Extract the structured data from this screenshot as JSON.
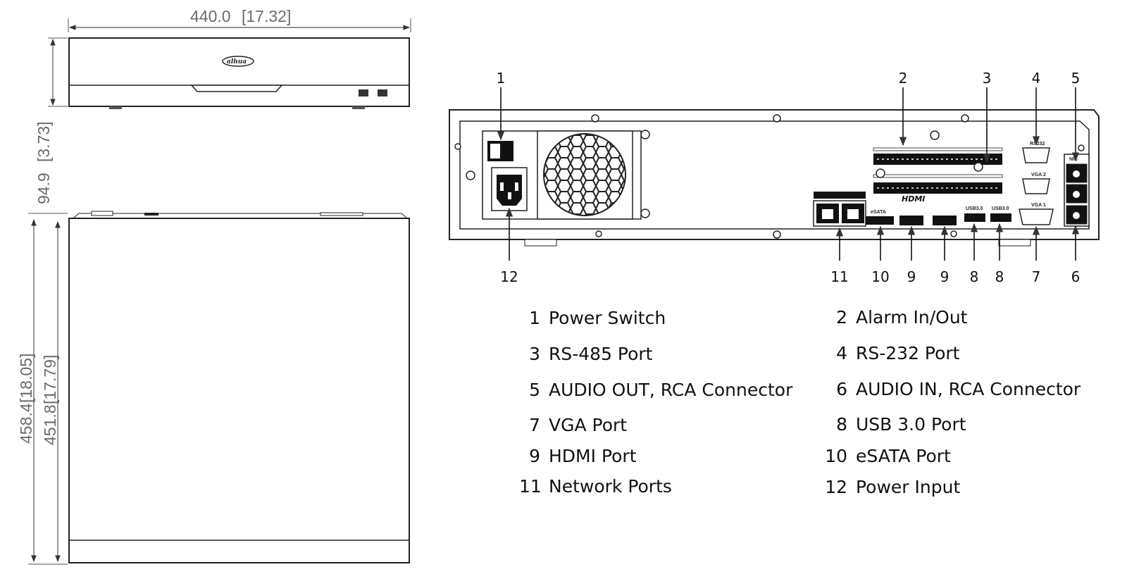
{
  "dimensions": {
    "width": "440.0",
    "width_in": "[17.32]",
    "height": "94.9",
    "height_in": "[3.73]",
    "depth_outer": "458.4",
    "depth_outer_in": "[18.05]",
    "depth_inner": "451.8",
    "depth_inner_in": "[17.79]"
  },
  "front_panel": {
    "logo": "alhua"
  },
  "rear_panel": {
    "port_labels": {
      "rs232": "RS232",
      "vga2": "VGA 2",
      "vga1": "VGA 1",
      "esata": "eSATA",
      "usb_a": "USB3.0",
      "usb_b": "USB3.0",
      "hdmi_logo": "HDMI",
      "nic": "NIC"
    }
  },
  "callouts": {
    "top": [
      "1",
      "2",
      "3",
      "4",
      "5"
    ],
    "bottom": [
      "12",
      "11",
      "10",
      "9",
      "9",
      "8",
      "8",
      "7",
      "6"
    ]
  },
  "legend": {
    "left": [
      {
        "num": "1",
        "label": "Power Switch"
      },
      {
        "num": "3",
        "label": "RS-485 Port"
      },
      {
        "num": "5",
        "label": "AUDIO OUT, RCA Connector"
      },
      {
        "num": "7",
        "label": "VGA Port"
      },
      {
        "num": "9",
        "label": "HDMI Port"
      },
      {
        "num": "11",
        "label": "Network Ports"
      }
    ],
    "right": [
      {
        "num": "2",
        "label": "Alarm In/Out"
      },
      {
        "num": "4",
        "label": "RS-232 Port"
      },
      {
        "num": "6",
        "label": "AUDIO IN, RCA Connector"
      },
      {
        "num": "8",
        "label": "USB 3.0 Port"
      },
      {
        "num": "10",
        "label": "eSATA Port"
      },
      {
        "num": "12",
        "label": "Power Input"
      }
    ]
  }
}
